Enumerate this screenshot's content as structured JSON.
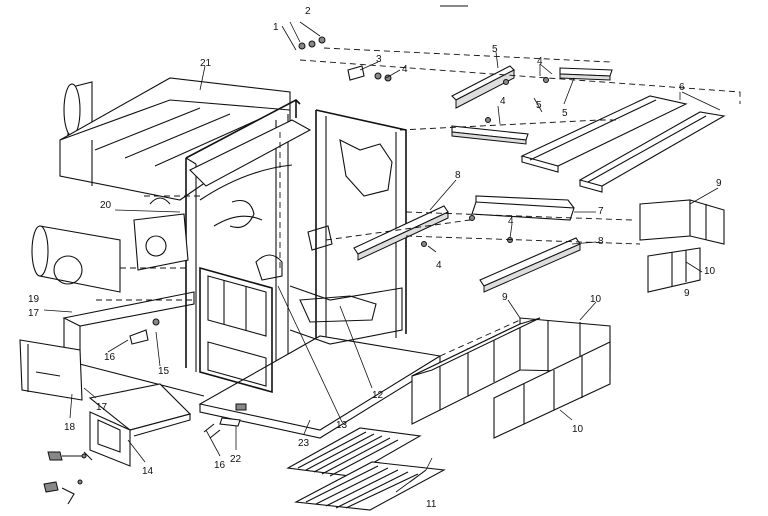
{
  "labels": {
    "n1": "1",
    "n2": "2",
    "n3": "3",
    "n4a": "4",
    "n4b": "4",
    "n4c": "4",
    "n4d": "4",
    "n5a": "5",
    "n5b": "5",
    "n5c": "5",
    "n6": "6",
    "n7": "7",
    "n8a": "8",
    "n8b": "8",
    "n9a": "9",
    "n9b": "9",
    "n9c": "9",
    "n10a": "10",
    "n10b": "10",
    "n10c": "10",
    "n11": "11",
    "n12": "12",
    "n13": "13",
    "n14": "14",
    "n15": "15",
    "n16a": "16",
    "n16b": "16",
    "n17a": "17",
    "n17b": "17",
    "n18": "18",
    "n19": "19",
    "n20": "20",
    "n21": "21",
    "n22": "22",
    "n23": "23"
  }
}
